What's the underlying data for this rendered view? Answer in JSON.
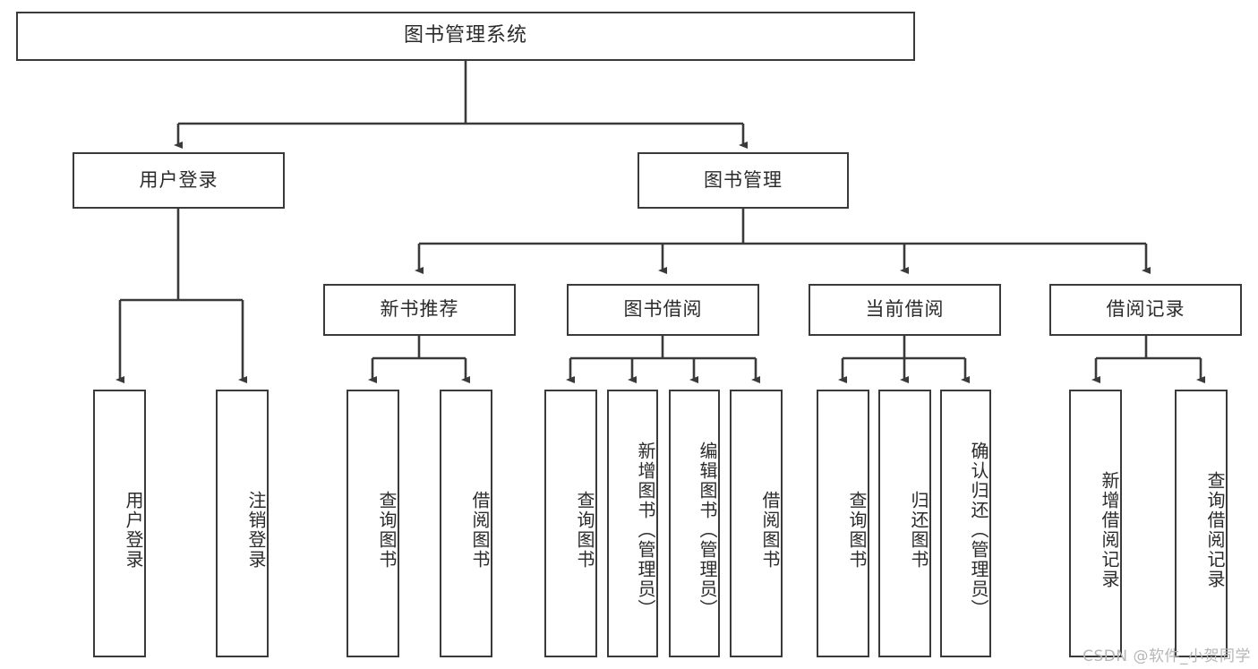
{
  "diagram": {
    "title": "图书管理系统",
    "type": "tree",
    "watermark": "CSDN @软件_小贺同学",
    "colors": {
      "stroke": "#3a3a3a",
      "fill": "#ffffff",
      "text": "#2b2b2b",
      "watermark": "#b6b6b6"
    },
    "root": {
      "label": "图书管理系统"
    },
    "level2": [
      {
        "label": "用户登录"
      },
      {
        "label": "图书管理"
      }
    ],
    "level3": [
      {
        "label": "新书推荐"
      },
      {
        "label": "图书借阅"
      },
      {
        "label": "当前借阅"
      },
      {
        "label": "借阅记录"
      }
    ],
    "leaves": {
      "user_login": [
        {
          "label": "用户登录"
        },
        {
          "label": "注销登录"
        }
      ],
      "new_book": [
        {
          "label": "查询图书"
        },
        {
          "label": "借阅图书"
        }
      ],
      "book_borrow": [
        {
          "label": "查询图书"
        },
        {
          "label": "新增图书（管理员）"
        },
        {
          "label": "编辑图书（管理员）"
        },
        {
          "label": "借阅图书"
        }
      ],
      "current_borrow": [
        {
          "label": "查询图书"
        },
        {
          "label": "归还图书"
        },
        {
          "label": "确认归还（管理员）"
        }
      ],
      "borrow_record": [
        {
          "label": "新增借阅记录"
        },
        {
          "label": "查询借阅记录"
        }
      ]
    }
  }
}
